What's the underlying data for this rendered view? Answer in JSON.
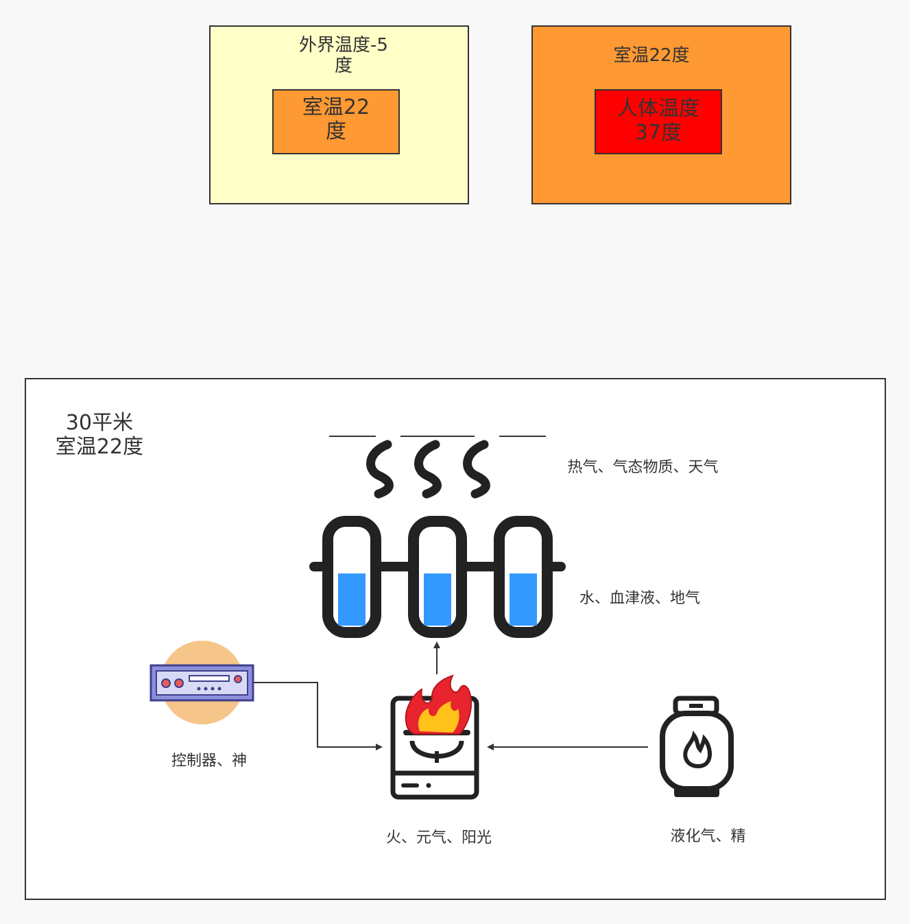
{
  "top_left": {
    "outer_label": "外界温度-5\n度",
    "inner_label": "室温22\n度",
    "outer_color": "#ffffc8",
    "inner_color": "#ff9933"
  },
  "top_right": {
    "outer_label": "室温22度",
    "inner_label": "人体温度\n37度",
    "outer_color": "#ff9933",
    "inner_color": "#ff0000"
  },
  "room": {
    "title": "30平米\n室温22度"
  },
  "labels": {
    "steam": "热气、气态物质、天气",
    "radiator": "水、血津液、地气",
    "controller": "控制器、神",
    "stove": "火、元气、阳光",
    "gas_tank": "液化气、精"
  },
  "icons": {
    "steam": "steam-icon",
    "radiator": "radiator-icon",
    "controller": "thermostat-controller-icon",
    "stove": "stove-fire-icon",
    "gas_tank": "gas-tank-icon"
  },
  "colors": {
    "water": "#3399ff",
    "flame_outer": "#e8242e",
    "flame_inner": "#ffc21a",
    "controller_circle": "#f5c58a",
    "controller_body": "#8c8fdc"
  }
}
